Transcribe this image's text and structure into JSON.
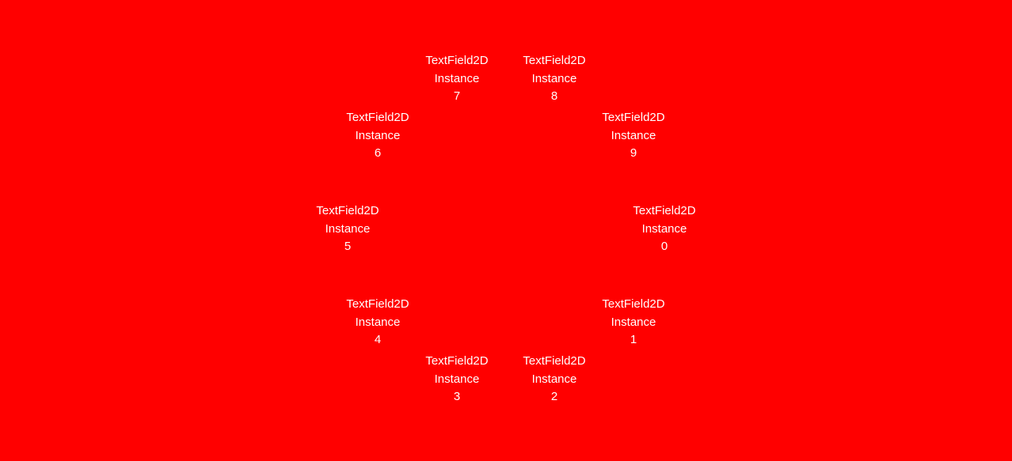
{
  "canvas": {
    "background": "#ff0000",
    "text_color": "#ffffff"
  },
  "fields": [
    {
      "line1": "TextField2D",
      "line2": "Instance",
      "line3": "0"
    },
    {
      "line1": "TextField2D",
      "line2": "Instance",
      "line3": "1"
    },
    {
      "line1": "TextField2D",
      "line2": "Instance",
      "line3": "2"
    },
    {
      "line1": "TextField2D",
      "line2": "Instance",
      "line3": "3"
    },
    {
      "line1": "TextField2D",
      "line2": "Instance",
      "line3": "4"
    },
    {
      "line1": "TextField2D",
      "line2": "Instance",
      "line3": "5"
    },
    {
      "line1": "TextField2D",
      "line2": "Instance",
      "line3": "6"
    },
    {
      "line1": "TextField2D",
      "line2": "Instance",
      "line3": "7"
    },
    {
      "line1": "TextField2D",
      "line2": "Instance",
      "line3": "8"
    },
    {
      "line1": "TextField2D",
      "line2": "Instance",
      "line3": "9"
    }
  ]
}
